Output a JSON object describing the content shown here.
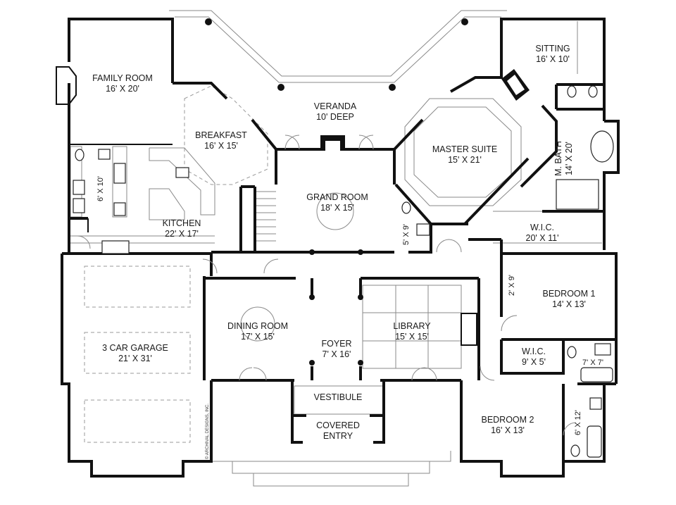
{
  "rooms": {
    "family_room": {
      "name": "FAMILY ROOM",
      "size": "16' X 20'"
    },
    "breakfast": {
      "name": "BREAKFAST",
      "size": "16' X 15'"
    },
    "kitchen": {
      "name": "KITCHEN",
      "size": "22' X 17'"
    },
    "laundry": {
      "size": "6' X 10'"
    },
    "veranda": {
      "name": "VERANDA",
      "size": "10' DEEP"
    },
    "grand_room": {
      "name": "GRAND ROOM",
      "size": "18' X 15'"
    },
    "master_suite": {
      "name": "MASTER SUITE",
      "size": "15' X 21'"
    },
    "sitting": {
      "name": "SITTING",
      "size": "16' X 10'"
    },
    "master_bath": {
      "name": "M. BATH",
      "size": "14' X 20'"
    },
    "master_wic": {
      "name": "W.I.C.",
      "size": "20' X 11'"
    },
    "powder": {
      "size": "5' X 9'"
    },
    "closet_1": {
      "size": "2' X 9'"
    },
    "bedroom_1": {
      "name": "BEDROOM 1",
      "size": "14' X 13'"
    },
    "wic_2": {
      "name": "W.I.C.",
      "size": "9' X 5'"
    },
    "bath_small": {
      "size": "7' X 7'"
    },
    "bath_2": {
      "size": "6' X 12'"
    },
    "bedroom_2": {
      "name": "BEDROOM 2",
      "size": "16' X 13'"
    },
    "garage": {
      "name": "3 CAR GARAGE",
      "size": "21' X 31'"
    },
    "dining_room": {
      "name": "DINING ROOM",
      "size": "17' X 15'"
    },
    "foyer": {
      "name": "FOYER",
      "size": "7' X 16'"
    },
    "library": {
      "name": "LIBRARY",
      "size": "15' X 15'"
    },
    "vestibule": {
      "name": "VESTIBULE"
    },
    "covered_entry": {
      "name": "COVERED",
      "name2": "ENTRY"
    }
  },
  "copyright": "© ARCHIVAL DESIGNS, INC.",
  "colors": {
    "wall": "#111111",
    "fixture_line": "#8a8a8a",
    "background": "#ffffff"
  }
}
